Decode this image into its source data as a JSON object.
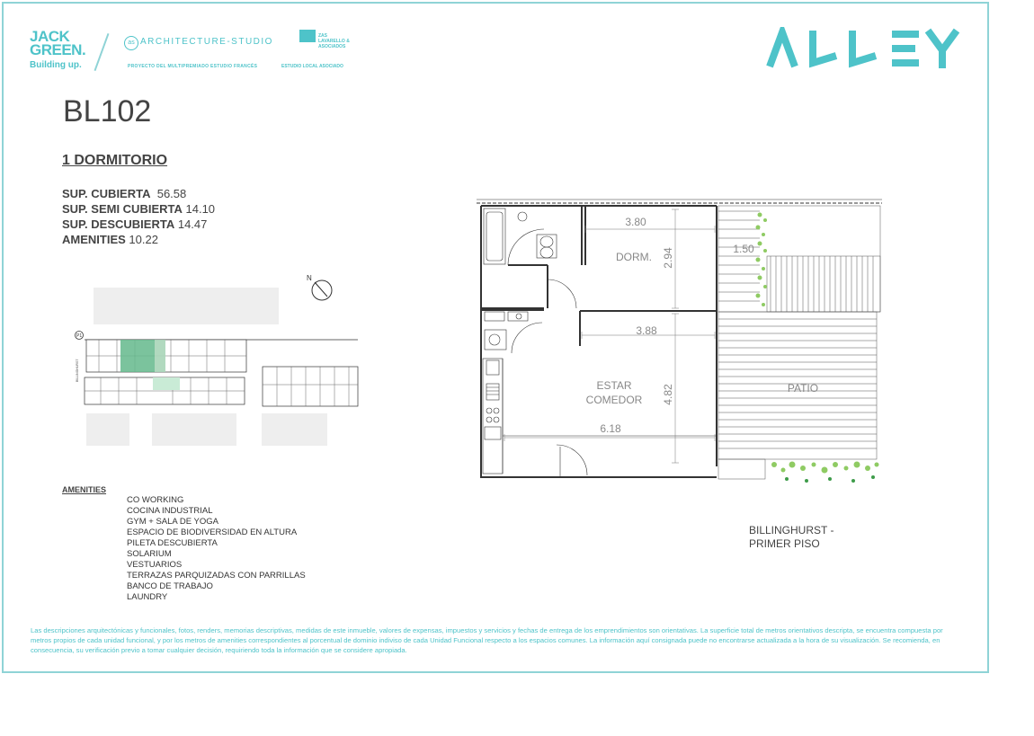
{
  "logos": {
    "jack_green_line1": "JACK",
    "jack_green_line2": "GREEN.",
    "jack_green_tagline": "Building up.",
    "as_mark": "as",
    "as_name": "ARCHITECTURE-STUDIO",
    "as_sub": "PROYECTO DEL MULTIPREMIADO ESTUDIO FRANCÉS",
    "zas_name": "ZAS LAVARELLO & ASOCIADOS",
    "zas_sub": "ESTUDIO LOCAL ASOCIADO",
    "brand": "ALLEY",
    "brand_color": "#4ec3c9"
  },
  "unit": {
    "code": "BL102",
    "type": "1 DORMITORIO"
  },
  "surfaces": [
    {
      "label": "SUP. CUBIERTA",
      "value": "56.58"
    },
    {
      "label": "SUP. SEMI CUBIERTA",
      "value": "14.10"
    },
    {
      "label": "SUP. DESCUBIERTA",
      "value": "14.47"
    },
    {
      "label": "AMENITIES",
      "value": "10.22"
    }
  ],
  "siteplan": {
    "north": "N",
    "marker": "P1",
    "street": "BILLINGHURST"
  },
  "amenities": {
    "title": "AMENITIES",
    "items": [
      "CO WORKING",
      "COCINA INDUSTRIAL",
      "GYM + SALA DE YOGA",
      "ESPACIO DE BIODIVERSIDAD EN ALTURA",
      "PILETA DESCUBIERTA",
      "SOLARIUM",
      "VESTUARIOS",
      "TERRAZAS PARQUIZADAS CON PARRILLAS",
      "BANCO DE TRABAJO",
      "LAUNDRY"
    ]
  },
  "floorplan": {
    "dim_dorm_width": "3.80",
    "dim_dorm_depth": "2.94",
    "room_dorm": "DORM.",
    "dim_balcony": "1.50",
    "dim_living_width": "3.88",
    "room_living_1": "ESTAR",
    "room_living_2": "COMEDOR",
    "dim_living_depth": "4.82",
    "dim_total_width": "6.18",
    "room_patio": "PATIO"
  },
  "location": {
    "line1": "BILLINGHURST -",
    "line2": "PRIMER PISO"
  },
  "disclaimer": "Las descripciones arquitectónicas y funcionales, fotos, renders, memorias descriptivas, medidas de este inmueble, valores de expensas, impuestos y servicios y fechas de entrega de los emprendimientos son orientativas. La superficie total de metros orientativos descripta, se encuentra compuesta por metros propios de cada unidad funcional, y por los metros de amenities correspondientes al porcentual de dominio indiviso de cada Unidad Funcional respecto a los espacios comunes. La información aquí consignada puede no encontrarse actualizada a la hora de su visualización. Se recomienda, en consecuencia, su verificación previo a tomar cualquier decisión, requiriendo toda la información que se considere apropiada."
}
